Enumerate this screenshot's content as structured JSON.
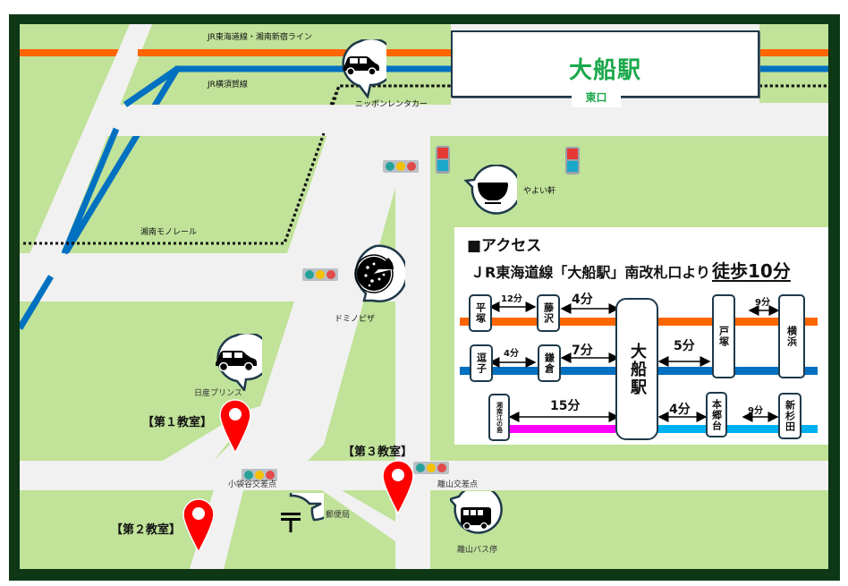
{
  "colors": {
    "frame": "#0e3716",
    "park_green": "#c0e299",
    "road": "#f1f1f1",
    "tokaido_line": "#ff6600",
    "yokosuka_line": "#0070c0",
    "negishi_line": "#00b0f0",
    "enoshima_line": "#ff00ff",
    "station_text": "#1aa84a",
    "pin_red": "#ff0000"
  },
  "station": {
    "name": "大船駅",
    "exit": "東口"
  },
  "railways": {
    "tokaido": "JR東海道線・湘南新宿ライン",
    "yokosuka": "JR横須賀線",
    "monorail": "湘南モノレール"
  },
  "landmarks": [
    {
      "id": "rental-car",
      "label": "ニッポンレンタカー",
      "icon": "car-icon"
    },
    {
      "id": "ramen",
      "label": "やよい軒",
      "icon": "rice-bowl-icon"
    },
    {
      "id": "pizza",
      "label": "ドミノピザ",
      "icon": "pizza-icon"
    },
    {
      "id": "nissan",
      "label": "日産プリンス",
      "icon": "car-icon"
    },
    {
      "id": "post-office",
      "label": "郵便局",
      "icon": "post-office-icon"
    },
    {
      "id": "bus-stop",
      "label": "離山バス停",
      "icon": "bus-icon"
    }
  ],
  "intersections": {
    "kobukuro": "小袋谷交差点",
    "hanareyama": "離山交差点"
  },
  "classrooms": [
    {
      "label": "【第１教室】"
    },
    {
      "label": "【第２教室】"
    },
    {
      "label": "【第３教室】"
    }
  ],
  "access": {
    "title": "■アクセス",
    "desc": "ＪR東海道線「大船駅」南改札口より",
    "walk": "徒歩10分",
    "hub": "大船駅",
    "stations": {
      "hiratsuka": "平塚",
      "fujisawa": "藤沢",
      "zushi": "逗子",
      "kamakura": "鎌倉",
      "shonan_enoshima": "湘南江の島",
      "totsuka": "戸塚",
      "yokohama": "横浜",
      "hongodai": "本郷台",
      "shinsugita": "新杉田"
    },
    "times": {
      "hiratsuka_fujisawa": "12分",
      "fujisawa_ofuna": "4分",
      "zushi_kamakura": "4分",
      "kamakura_ofuna": "7分",
      "enoshima_ofuna": "15分",
      "ofuna_totsuka": "5分",
      "totsuka_yokohama": "9分",
      "ofuna_hongodai": "4分",
      "hongodai_shinsugita": "9分"
    }
  }
}
